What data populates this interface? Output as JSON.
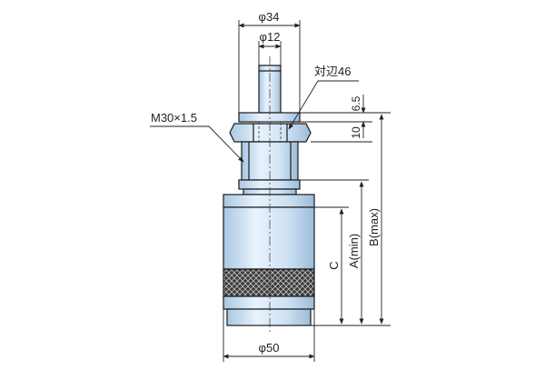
{
  "labels": {
    "dia_34": "φ34",
    "dia_12": "φ12",
    "hex": "対辺46",
    "thread": "M30×1.5",
    "dim_6_5": "6.5",
    "dim_10": "10",
    "dim_c": "C",
    "dim_a": "A(min)",
    "dim_b": "B(max)",
    "dia_50": "φ50"
  },
  "colors": {
    "body": "#cfe3f5",
    "body_light": "#e6f1fb",
    "body_dark": "#9fc0de",
    "knurl": "#2b2b2b",
    "line": "#1a1a1a"
  }
}
